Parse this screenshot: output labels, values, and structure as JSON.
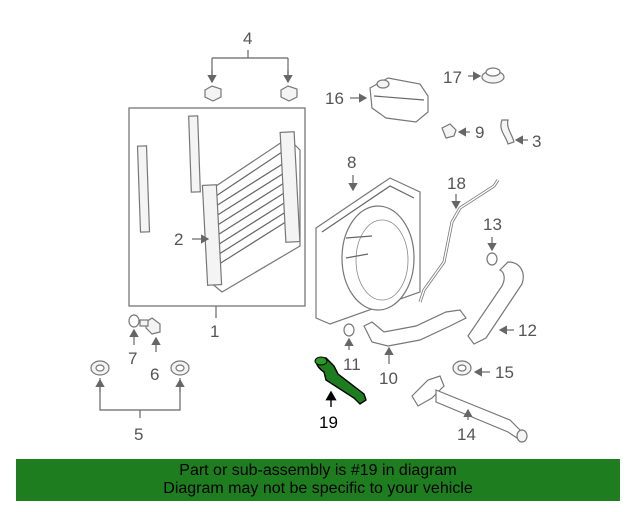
{
  "callouts": {
    "c1": "1",
    "c2": "2",
    "c3": "3",
    "c4": "4",
    "c5": "5",
    "c6": "6",
    "c7": "7",
    "c8": "8",
    "c9": "9",
    "c10": "10",
    "c11": "11",
    "c12": "12",
    "c13": "13",
    "c14": "14",
    "c15": "15",
    "c16": "16",
    "c17": "17",
    "c18": "18",
    "c19": "19"
  },
  "highlight_color": "#1e7d1e",
  "banner": {
    "line1": "Part or sub-assembly is #19 in diagram",
    "line2": "Diagram may not be specific to your vehicle",
    "background": "#1e7d1e"
  }
}
